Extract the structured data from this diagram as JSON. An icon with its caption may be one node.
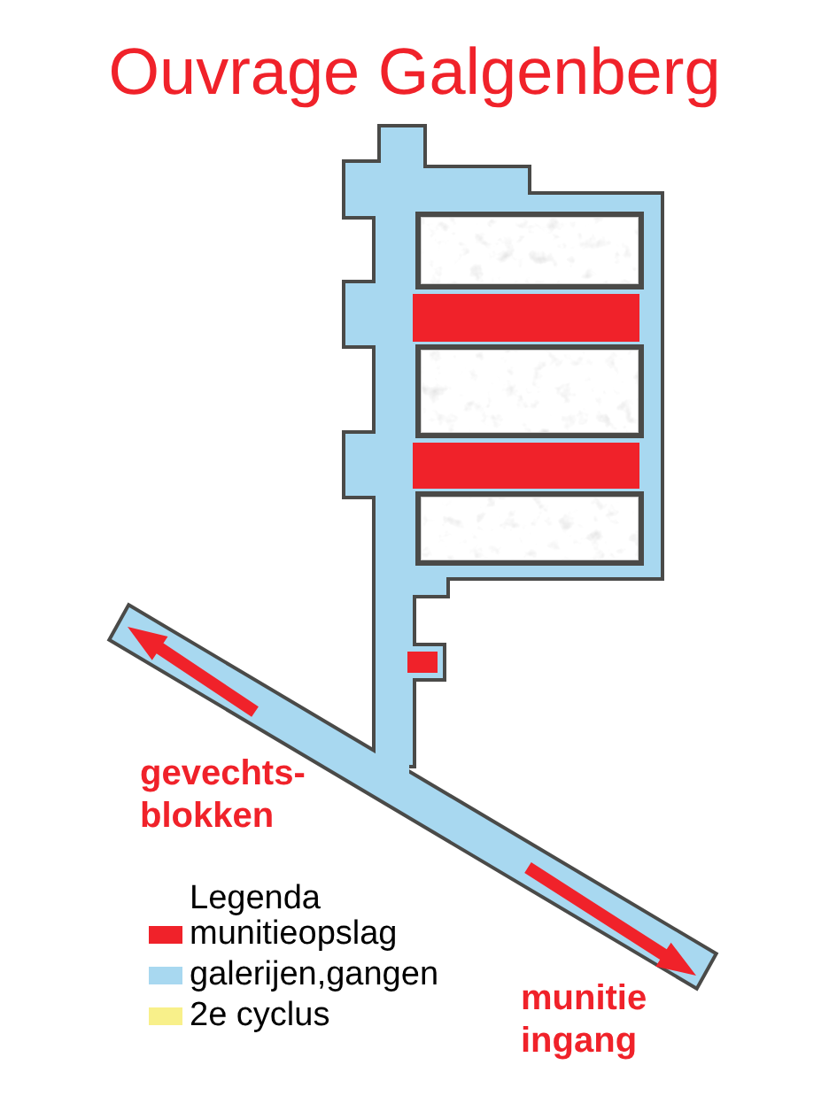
{
  "diagram": {
    "title": "Ouvrage Galgenberg",
    "labels": [
      "gevechts-blokken",
      "munitie ingang",
      "Legenda"
    ],
    "legend": [
      {
        "text": "munitieopslag",
        "color": "#f0222a"
      },
      {
        "text": "galerijen,gangen",
        "color": "#a8d8f0"
      },
      {
        "text": "2e cyclus",
        "color": "#f8f08a"
      }
    ]
  }
}
